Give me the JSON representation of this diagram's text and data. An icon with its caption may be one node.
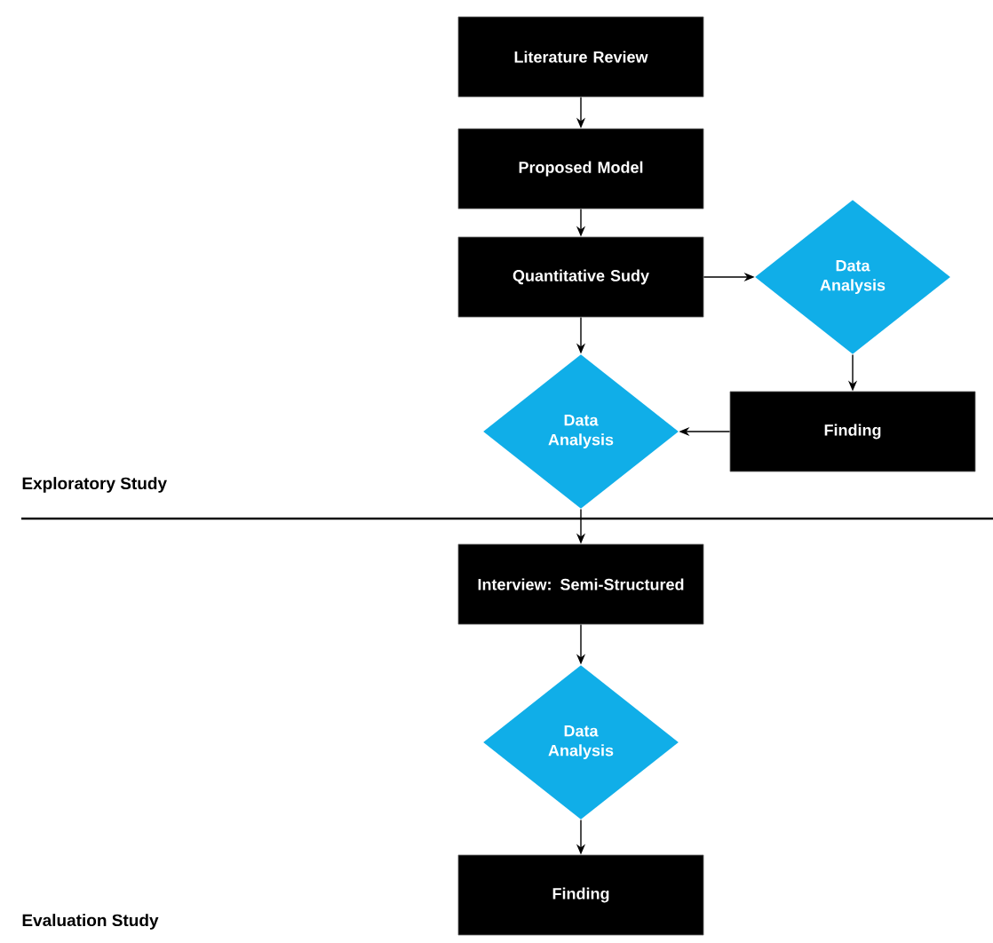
{
  "diagram": {
    "nodes": [
      {
        "text": [
          "Literature Review"
        ]
      },
      {
        "text": [
          "Proposed Model"
        ]
      },
      {
        "text": [
          "Quantitative Sudy"
        ]
      },
      {
        "text": [
          "Data Analysis"
        ]
      },
      {
        "text": [
          "Finding"
        ]
      },
      {
        "text": [
          "Data Analysis"
        ]
      },
      {
        "text": [
          "Interview: Semi-Structured"
        ]
      },
      {
        "text": [
          "Data Analysis"
        ]
      },
      {
        "text": [
          "Finding"
        ]
      }
    ],
    "edges": [
      {
        "from": 0,
        "to": 1,
        "arrow": "to"
      },
      {
        "from": 1,
        "to": 2,
        "arrow": "to"
      },
      {
        "from": 2,
        "to": 3,
        "arrow": "to"
      },
      {
        "from": 3,
        "to": 4,
        "arrow": "to"
      },
      {
        "from": 4,
        "to": 5,
        "arrow": "to"
      },
      {
        "from": 2,
        "to": 5,
        "arrow": "to"
      },
      {
        "from": 5,
        "to": 6,
        "arrow": "to"
      },
      {
        "from": 6,
        "to": 7,
        "arrow": "to"
      },
      {
        "from": 7,
        "to": 8,
        "arrow": "to"
      }
    ],
    "labels": [
      "Exploratory Study",
      "Evaluation Study"
    ]
  }
}
